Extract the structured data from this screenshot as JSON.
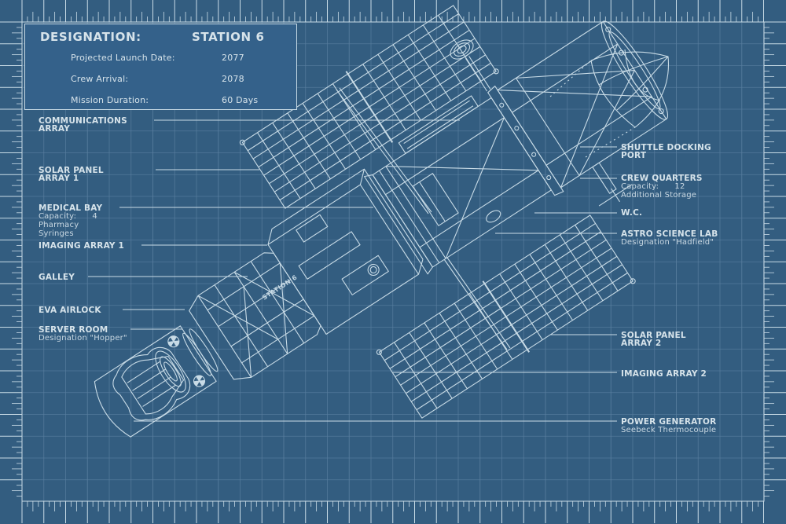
{
  "info": {
    "designation_label": "DESIGNATION:",
    "designation_value": "STATION 6",
    "rows": [
      {
        "label": "Projected Launch Date:",
        "value": "2077"
      },
      {
        "label": "Crew Arrival:",
        "value": "2078"
      },
      {
        "label": "Mission Duration:",
        "value": "60 Days"
      }
    ]
  },
  "hull_marking": "STATION 6",
  "left_labels": [
    {
      "title": "COMMUNICATIONS",
      "title2": "ARRAY",
      "lines": []
    },
    {
      "title": "SOLAR PANEL",
      "title2": "ARRAY 1",
      "lines": []
    },
    {
      "title": "MEDICAL BAY",
      "title2": "",
      "lines": [
        "Capacity:      4",
        "Pharmacy",
        "Syringes"
      ]
    },
    {
      "title": "IMAGING ARRAY 1",
      "title2": "",
      "lines": []
    },
    {
      "title": "GALLEY",
      "title2": "",
      "lines": []
    },
    {
      "title": "EVA AIRLOCK",
      "title2": "",
      "lines": []
    },
    {
      "title": "SERVER ROOM",
      "title2": "",
      "lines": [
        "Designation \"Hopper\""
      ]
    }
  ],
  "right_labels": [
    {
      "title": "SHUTTLE DOCKING",
      "title2": "PORT",
      "lines": []
    },
    {
      "title": "CREW QUARTERS",
      "title2": "",
      "lines": [
        "Capacity:      12",
        "Additional Storage"
      ]
    },
    {
      "title": "W.C.",
      "title2": "",
      "lines": []
    },
    {
      "title": "ASTRO SCIENCE LAB",
      "title2": "",
      "lines": [
        "Designation \"Hadfield\""
      ]
    },
    {
      "title": "SOLAR PANEL",
      "title2": "ARRAY 2",
      "lines": []
    },
    {
      "title": "IMAGING ARRAY 2",
      "title2": "",
      "lines": []
    },
    {
      "title": "POWER GENERATOR",
      "title2": "",
      "lines": [
        "Seebeck Thermocouple"
      ]
    }
  ],
  "colors": {
    "background": "#335d80",
    "line": "#c8dbe6",
    "grid": "#5a7fa0",
    "text": "#d6e3ea"
  }
}
